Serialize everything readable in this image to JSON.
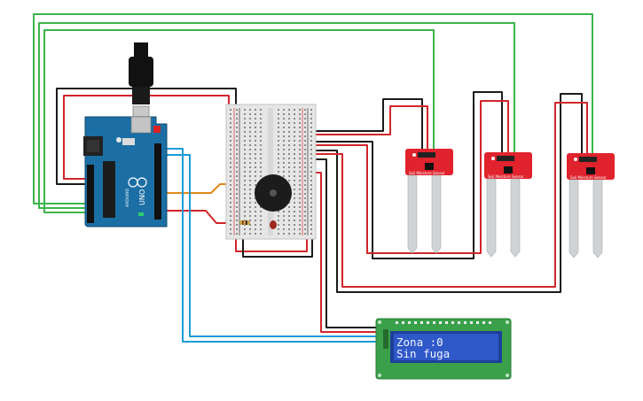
{
  "board": {
    "label": "UNO",
    "brand": "ARDUINO"
  },
  "lcd": {
    "line1": "Zona :0",
    "line2": "Sin fuga"
  },
  "sensors": [
    {
      "label": "Soil Moisture Sensor"
    },
    {
      "label": "Soil Moisture Sensor"
    },
    {
      "label": "Soil Moisture Sensor"
    }
  ],
  "colors": {
    "arduino": "#1b6fa5",
    "breadboard": "#e6e6e6",
    "sensor": "#e0232d",
    "lcd_bezel": "#3aa14a",
    "lcd_screen": "#2f58c9",
    "wire_red": "#d2252a",
    "wire_black": "#1a1a1a",
    "wire_green": "#3cb44b",
    "wire_orange": "#e0891a",
    "wire_blue": "#1a9cd6"
  }
}
